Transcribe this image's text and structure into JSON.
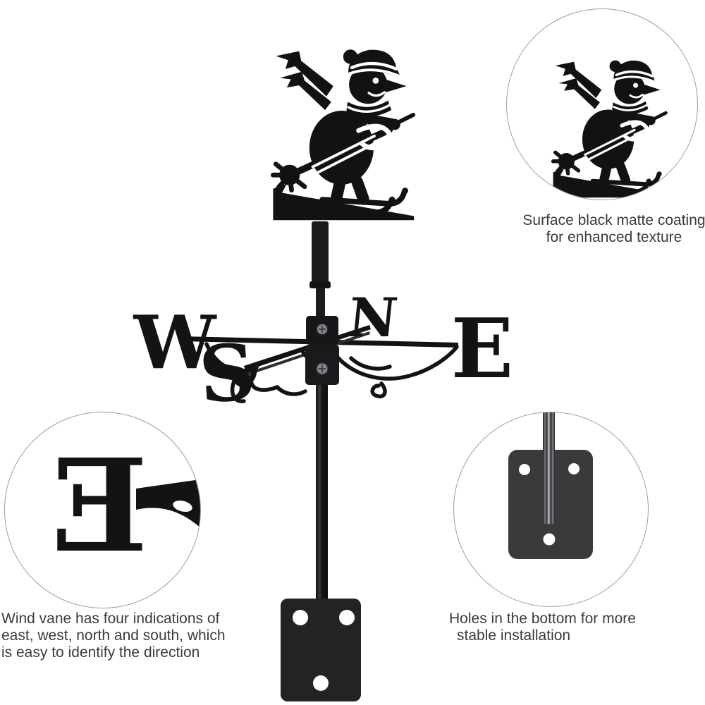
{
  "compass": {
    "west": "W",
    "north": "N",
    "east": "E",
    "south": "S"
  },
  "detail_letter": "E",
  "callouts": {
    "coating": {
      "lines": [
        "Surface black matte coating",
        "for enhanced texture"
      ]
    },
    "directions": {
      "lines": [
        "Wind vane has four indications of",
        "east, west, north and south, which",
        "is easy to identify the direction"
      ]
    },
    "mounting": {
      "lines": [
        "Holes in the bottom for more",
        "stable installation"
      ]
    }
  },
  "colors": {
    "background": "#ffffff",
    "metal": "#131315",
    "base_plate": "#232325",
    "detail_plate": "#3a3a3c",
    "text": "#3b3b3b",
    "circle_border": "#9e9e9e",
    "screw": "#85858a"
  }
}
